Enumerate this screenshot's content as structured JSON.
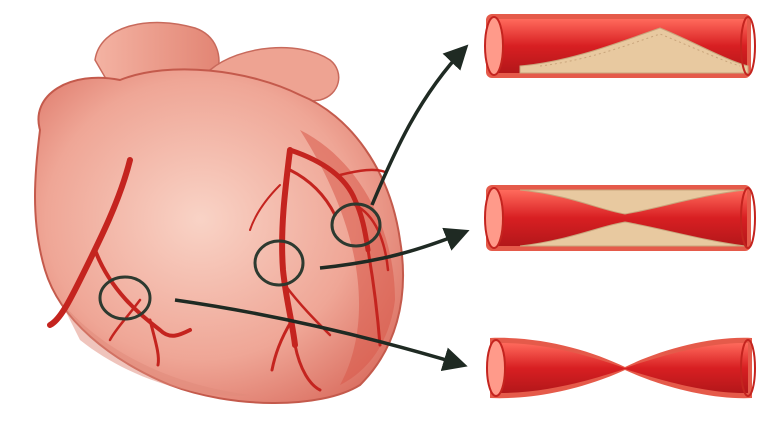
{
  "diagram": {
    "subject": "coronary-artery-stenosis",
    "colors": {
      "background": "#ffffff",
      "heart_light": "#f6c7b9",
      "heart_mid": "#e88a78",
      "heart_dark": "#c84a3e",
      "aorta": "#f0a594",
      "coronary_artery": "#c4241f",
      "vessel_wall": "#e55a4a",
      "vessel_lumen": "#d81f22",
      "vessel_highlight": "#ff8a78",
      "plaque": "#e8c9a0",
      "plaque_dark": "#c9a57c",
      "callout_ring": "#2d3a30",
      "arrow": "#1f2a23"
    },
    "callouts": [
      {
        "id": "callout-upper",
        "stenosis": "mild"
      },
      {
        "id": "callout-middle",
        "stenosis": "moderate"
      },
      {
        "id": "callout-lower",
        "stenosis": "severe"
      }
    ]
  }
}
